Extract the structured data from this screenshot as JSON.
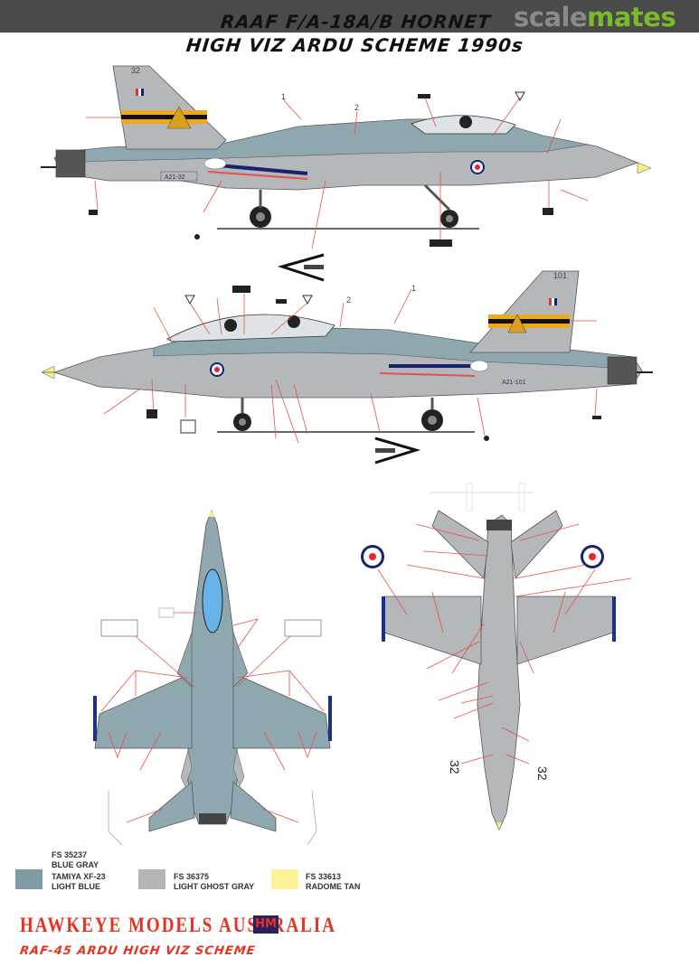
{
  "header": {
    "title_line1": "RAAF F/A-18A/B HORNET",
    "title_line2": "HIGH VIZ ARDU SCHEME 1990s",
    "watermark_part1": "scale",
    "watermark_part2": "mates"
  },
  "profiles": {
    "side_view_left": {
      "serial": "A21-32",
      "tail_number": "32",
      "callouts": [
        "1",
        "2"
      ],
      "direction_arrow": "<"
    },
    "side_view_right": {
      "serial": "A21-101",
      "tail_number": "101",
      "callouts": [
        "1",
        "2"
      ],
      "direction_arrow": ">"
    },
    "top_view": {
      "description": "upper surface plan view"
    },
    "bottom_view": {
      "description": "lower surface plan view",
      "labels": [
        "32",
        "32"
      ]
    }
  },
  "legend": {
    "items": [
      {
        "code": "FS 35237",
        "name": "BLUE GRAY",
        "alt_code": "TAMIYA XF-23",
        "alt_name": "LIGHT BLUE",
        "color": "#7f9ba3"
      },
      {
        "code": "FS 36375",
        "name": "LIGHT GHOST GRAY",
        "color": "#b4b4b4"
      },
      {
        "code": "FS 33613",
        "name": "RADOME TAN",
        "color": "#fbf29a"
      }
    ]
  },
  "footer": {
    "maker": "HAWKEYE MODELS AUSTRALIA",
    "logo": "HM",
    "sheet_code": "RAF-45  ARDU HIGH VIZ SCHEME"
  },
  "colors": {
    "blue_gray": "#8fa8b0",
    "ghost_gray": "#b9bbbd",
    "radome_tan": "#f8ee86",
    "tail_yellow": "#f2a81d",
    "callout_red": "#e8504a",
    "roundel_blue": "#1a1f6e"
  }
}
